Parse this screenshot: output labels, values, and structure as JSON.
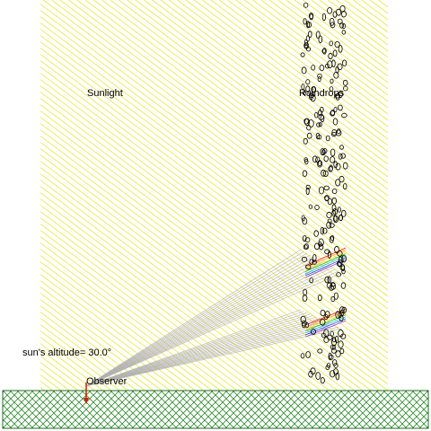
{
  "labels": {
    "sunlight": "Sunlight",
    "raindrops": "Raindrops",
    "altitude": "sun's altitude= 30.0°",
    "observer": "Observer"
  },
  "colors": {
    "background": "#ffffff",
    "sunlight_rays": "#e8e83a",
    "ground_hatch": "#2e8b2e",
    "ground_border": "#1f6b1f",
    "observer": "#cc2200",
    "sight_lines": "#b0b0b0",
    "drops": "#000000",
    "spectrum": [
      "#ff0000",
      "#ff8c00",
      "#ffd700",
      "#00b000",
      "#00b8ff",
      "#2040ff",
      "#8a2be2"
    ]
  },
  "scene": {
    "sun_altitude_deg": 30.0
  }
}
